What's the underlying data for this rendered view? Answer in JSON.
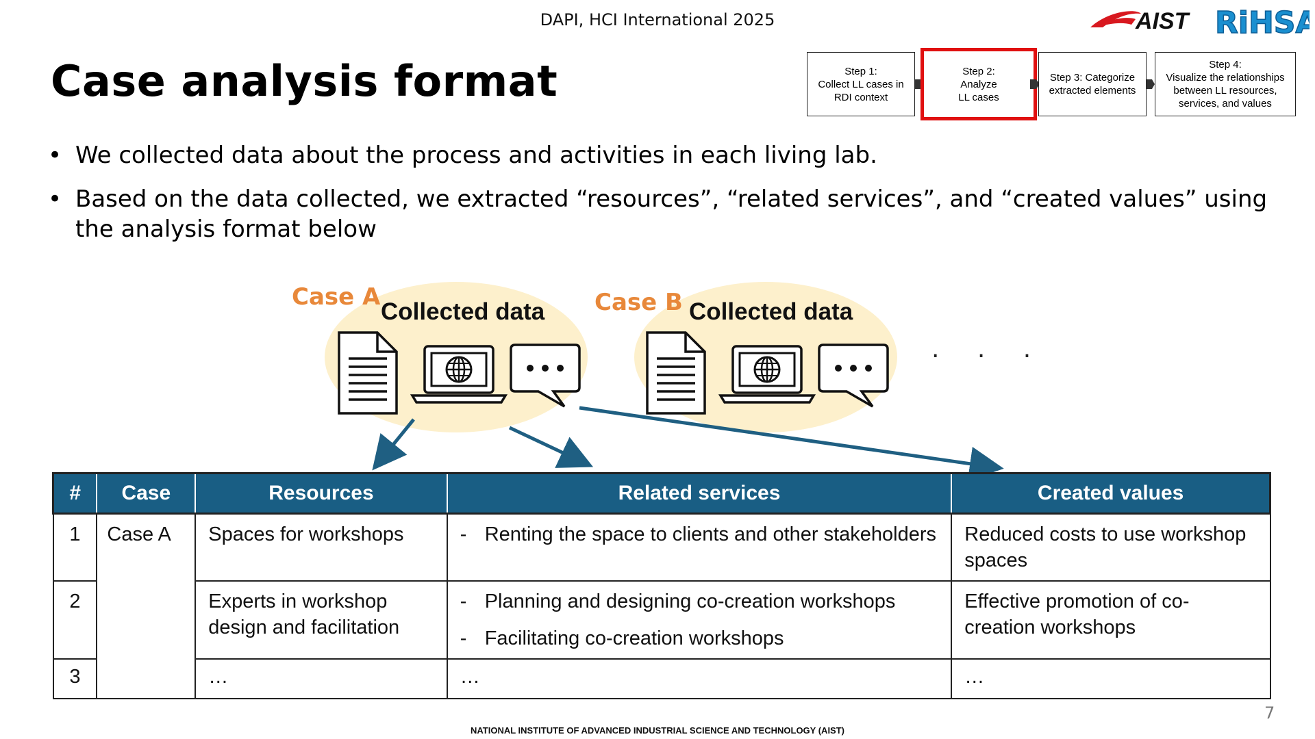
{
  "header": {
    "conference": "DAPI, HCI International 2025"
  },
  "title": "Case analysis format",
  "logos": {
    "aist": "AIST",
    "rihsa": "RiHSA"
  },
  "steps": [
    {
      "label": "Step 1:\nCollect LL cases in\nRDI context",
      "highlighted": false
    },
    {
      "label": "Step 2:\nAnalyze\nLL cases",
      "highlighted": true
    },
    {
      "label": "Step 3: Categorize\nextracted elements",
      "highlighted": false
    },
    {
      "label": "Step 4:\nVisualize the relationships\nbetween LL resources,\nservices, and values",
      "highlighted": false
    }
  ],
  "bullets": [
    "We collected data about the process and activities in each living lab.",
    "Based on the data collected, we extracted “resources”, “related services”, and “created values” using the analysis format below"
  ],
  "cases": [
    {
      "name": "Case A",
      "collected_label": "Collected data"
    },
    {
      "name": "Case B",
      "collected_label": "Collected data"
    }
  ],
  "ellipsis": "· · ·",
  "icons": [
    "document-icon",
    "laptop-globe-icon",
    "chat-bubble-icon"
  ],
  "colors": {
    "accent_orange": "#e8883a",
    "table_header": "#195e84",
    "blob": "#fdf0cc",
    "arrow": "#1f5f82",
    "highlight_red": "#e01010"
  },
  "table": {
    "headers": [
      "#",
      "Case",
      "Resources",
      "Related services",
      "Created values"
    ],
    "case_a": "Case A",
    "rows": [
      {
        "num": "1",
        "resource": "Spaces for workshops",
        "services": [
          "Renting the space to clients and other stakeholders"
        ],
        "value": "Reduced costs to use workshop spaces"
      },
      {
        "num": "2",
        "resource": "Experts in workshop design and facilitation",
        "services": [
          "Planning and designing co-creation workshops",
          "Facilitating co-creation workshops"
        ],
        "value": "Effective promotion of co-creation workshops"
      },
      {
        "num": "3",
        "resource": "…",
        "services_plain": "…",
        "value": "…"
      }
    ],
    "dash": "-"
  },
  "page_number": "7",
  "footer": "NATIONAL INSTITUTE OF ADVANCED INDUSTRIAL SCIENCE AND TECHNOLOGY (AIST)"
}
